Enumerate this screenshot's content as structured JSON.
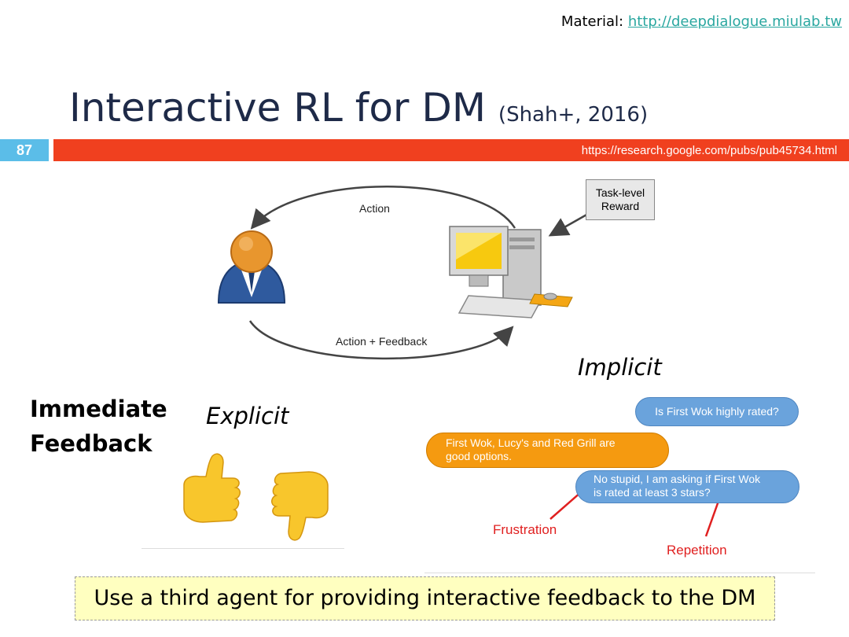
{
  "header": {
    "material_label": "Material: ",
    "material_link": "http://deepdialogue.miulab.tw"
  },
  "title": {
    "main": "Interactive RL for DM",
    "citation": "(Shah+, 2016)"
  },
  "bar": {
    "slide_number": "87",
    "url": "https://research.google.com/pubs/pub45734.html",
    "color": "#f0401f",
    "number_color": "#5bbde8"
  },
  "diagram": {
    "action_label": "Action",
    "feedback_label": "Action + Feedback",
    "reward_label_line1": "Task-level",
    "reward_label_line2": "Reward",
    "icons": [
      "user-avatar-icon",
      "computer-icon"
    ]
  },
  "feedback": {
    "immediate_line1": "Immediate",
    "immediate_line2": "Feedback",
    "explicit_label": "Explicit",
    "implicit_label": "Implicit",
    "icons": [
      "thumbs-up-icon",
      "thumbs-down-icon"
    ]
  },
  "chat": {
    "bubble1": "Is First Wok highly rated?",
    "bubble2_line1": "First Wok, Lucy's and Red Grill are",
    "bubble2_line2": "good options.",
    "bubble3_line1": "No stupid, I am asking if First Wok",
    "bubble3_line2": "is rated at least 3 stars?",
    "frustration_label": "Frustration",
    "repetition_label": "Repetition",
    "bubble_blue": "#6aa3dc",
    "bubble_orange": "#f59a10",
    "annotation_red": "#e02020"
  },
  "callout": {
    "text": "Use a third agent for providing interactive feedback to the DM"
  }
}
